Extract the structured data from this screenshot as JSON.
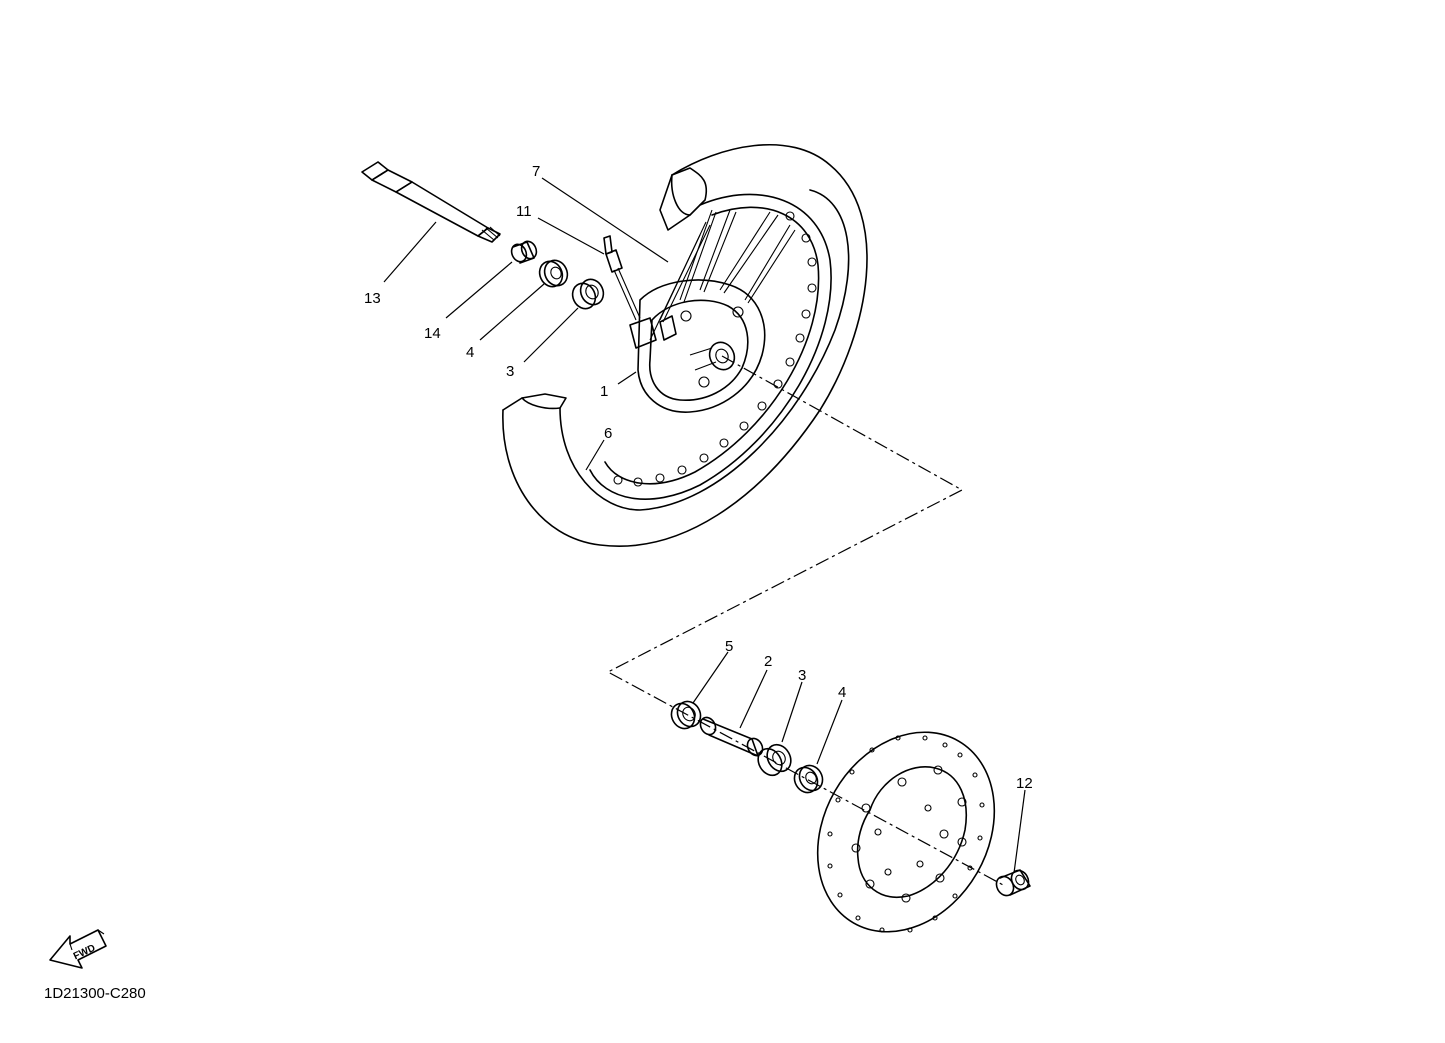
{
  "diagram": {
    "drawing_code": "1D21300-C280",
    "forward_marker": "FWD",
    "callouts": [
      "1",
      "2",
      "3",
      "3",
      "4",
      "4",
      "5",
      "6",
      "7",
      "11",
      "12",
      "13",
      "14"
    ]
  }
}
